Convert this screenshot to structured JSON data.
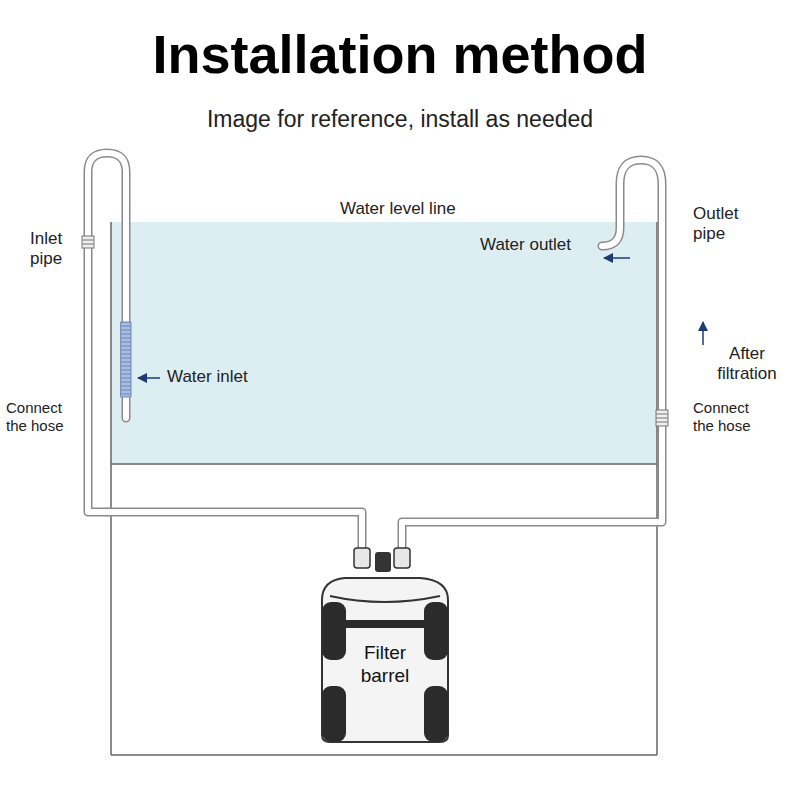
{
  "diagram": {
    "title": "Installation method",
    "nodes": [
      {
        "text": [
          "Filter barrel"
        ]
      }
    ],
    "labels": [
      "Image for reference, install as needed",
      "Water level line",
      "Inlet pipe",
      "Water inlet",
      "Connect the hose",
      "Water outlet",
      "Outlet pipe",
      "After filtration",
      "Connect the hose"
    ]
  }
}
